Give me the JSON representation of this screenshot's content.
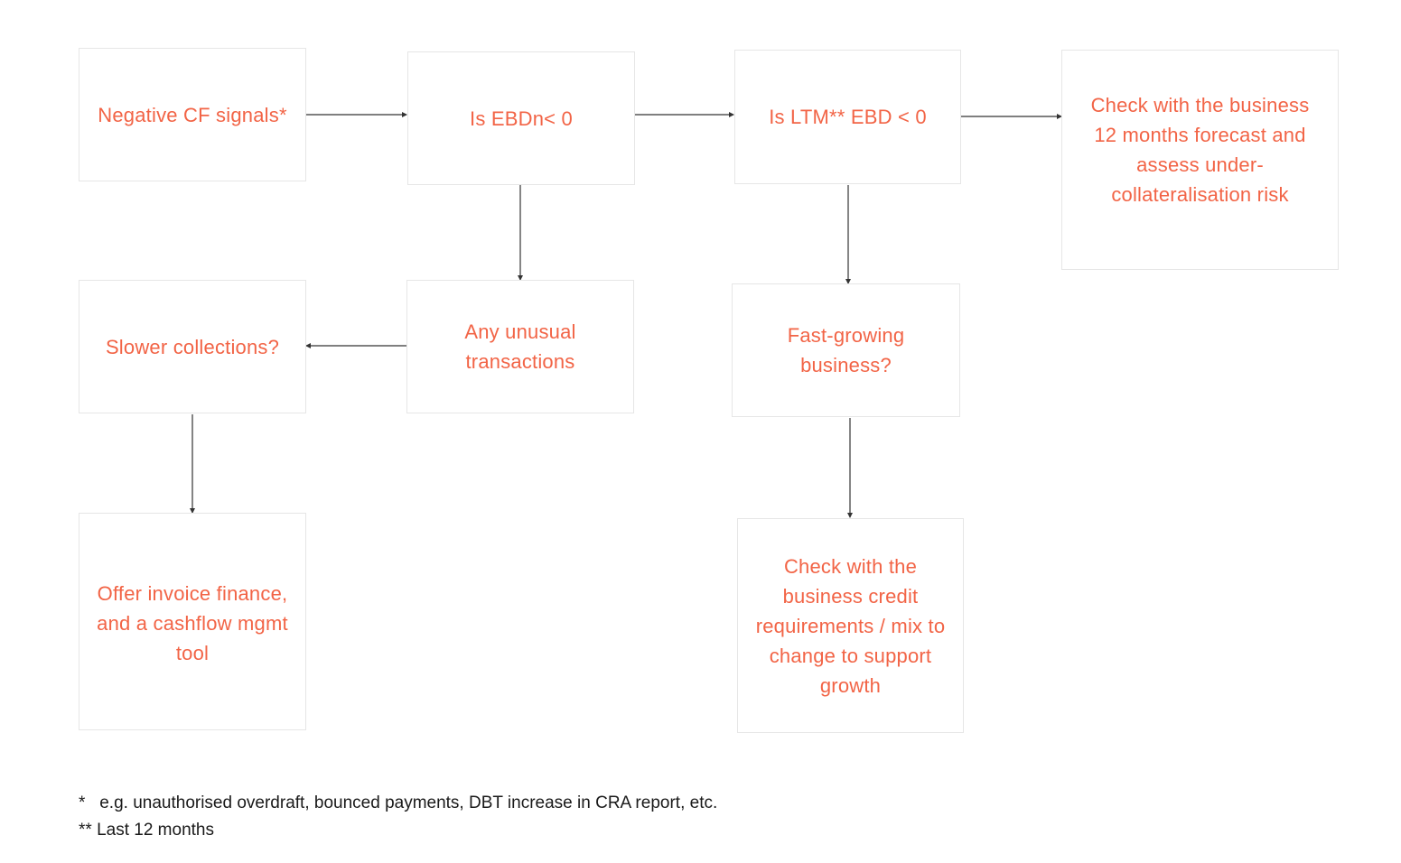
{
  "flowchart": {
    "nodes": {
      "negative_cf": "Negative CF signals*",
      "ebdn": "Is EBDn< 0",
      "ltm_ebd": "Is LTM** EBD < 0",
      "check_forecast": "Check with the business\n12 months forecast and\nassess under-\ncollateralisation risk",
      "unusual_tx": "Any unusual\ntransactions",
      "slower_collections": "Slower collections?",
      "fast_growing": "Fast-growing\nbusiness?",
      "offer_invoice": "Offer invoice finance,\nand a cashflow mgmt\ntool",
      "check_credit": "Check with the\nbusiness credit\nrequirements / mix to\nchange to support\ngrowth"
    }
  },
  "footnotes": [
    {
      "marker": "*   ",
      "text": "e.g. unauthorised overdraft, bounced payments, DBT increase in CRA report, etc."
    },
    {
      "marker": "** ",
      "text": "Last 12 months"
    }
  ],
  "colors": {
    "node_text": "#f26446",
    "node_border": "#e6e6e6",
    "connector": "#333333",
    "footnote_text": "#1a1a1a"
  }
}
